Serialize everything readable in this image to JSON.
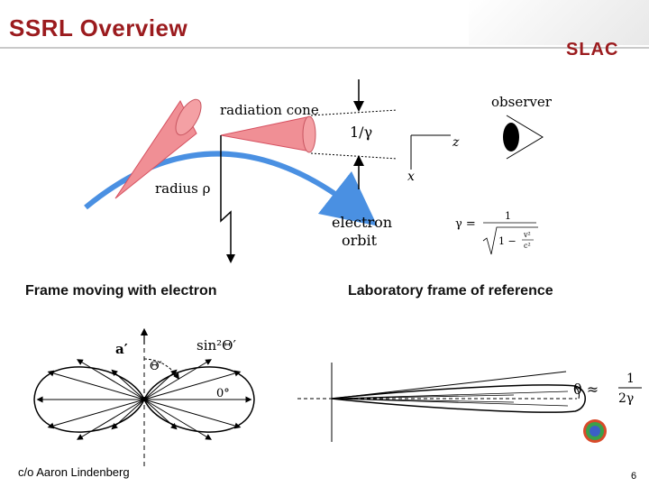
{
  "slide": {
    "title": "SSRL Overview",
    "logo": "SLAC",
    "credit": "c/o Aaron Lindenberg",
    "page_number": "6"
  },
  "top_diagram": {
    "radiation_cone": "radiation cone",
    "angle": "1/γ",
    "radius": "radius ρ",
    "electron_orbit_1": "electron",
    "electron_orbit_2": "orbit",
    "observer": "observer",
    "axis_z": "z",
    "axis_x": "x",
    "gamma_lhs": "γ =",
    "gamma_num": "1",
    "gamma_den_one": "1 −",
    "gamma_v2": "v²",
    "gamma_c2": "c²"
  },
  "bottom_left": {
    "heading": "Frame moving with electron",
    "a_label": "a′",
    "sin_label": "sin²Θ′",
    "theta_label": "Θ′",
    "zero_label": "0°"
  },
  "bottom_right": {
    "heading": "Laboratory frame of reference",
    "theta": "θ ≈",
    "frac_num": "1",
    "frac_den": "2γ"
  },
  "colors": {
    "title": "#9b1b1e",
    "orbit_blue": "#4a90e2",
    "cone_fill": "#f08f95",
    "cone_stroke": "#d65060"
  }
}
